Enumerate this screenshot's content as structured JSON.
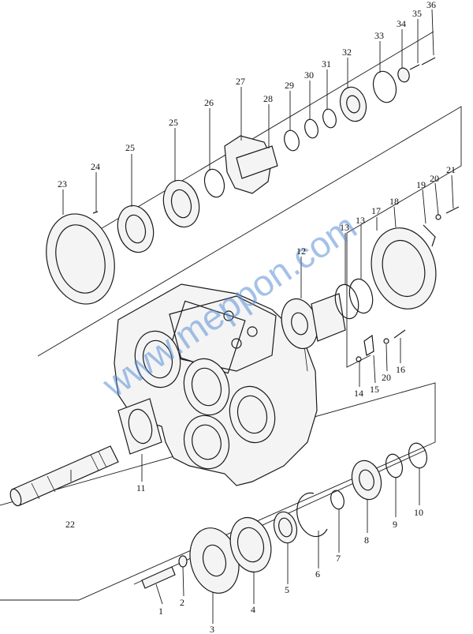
{
  "watermark": "www.meppon.com",
  "callouts": [
    {
      "id": "1",
      "label": "1"
    },
    {
      "id": "2",
      "label": "2"
    },
    {
      "id": "3",
      "label": "3"
    },
    {
      "id": "4",
      "label": "4"
    },
    {
      "id": "5",
      "label": "5"
    },
    {
      "id": "6",
      "label": "6"
    },
    {
      "id": "7",
      "label": "7"
    },
    {
      "id": "8",
      "label": "8"
    },
    {
      "id": "9",
      "label": "9"
    },
    {
      "id": "10",
      "label": "10"
    },
    {
      "id": "11",
      "label": "11"
    },
    {
      "id": "12",
      "label": "12"
    },
    {
      "id": "13a",
      "label": "13"
    },
    {
      "id": "13b",
      "label": "13"
    },
    {
      "id": "14",
      "label": "14"
    },
    {
      "id": "15",
      "label": "15"
    },
    {
      "id": "16",
      "label": "16"
    },
    {
      "id": "17",
      "label": "17"
    },
    {
      "id": "18",
      "label": "18"
    },
    {
      "id": "19",
      "label": "19"
    },
    {
      "id": "20a",
      "label": "20"
    },
    {
      "id": "20b",
      "label": "20"
    },
    {
      "id": "21",
      "label": "21"
    },
    {
      "id": "22",
      "label": "22"
    },
    {
      "id": "23",
      "label": "23"
    },
    {
      "id": "24",
      "label": "24"
    },
    {
      "id": "25a",
      "label": "25"
    },
    {
      "id": "25b",
      "label": "25"
    },
    {
      "id": "26",
      "label": "26"
    },
    {
      "id": "27",
      "label": "27"
    },
    {
      "id": "28",
      "label": "28"
    },
    {
      "id": "29",
      "label": "29"
    },
    {
      "id": "30",
      "label": "30"
    },
    {
      "id": "31",
      "label": "31"
    },
    {
      "id": "32",
      "label": "32"
    },
    {
      "id": "33",
      "label": "33"
    },
    {
      "id": "34",
      "label": "34"
    },
    {
      "id": "35",
      "label": "35"
    },
    {
      "id": "36",
      "label": "36"
    }
  ]
}
